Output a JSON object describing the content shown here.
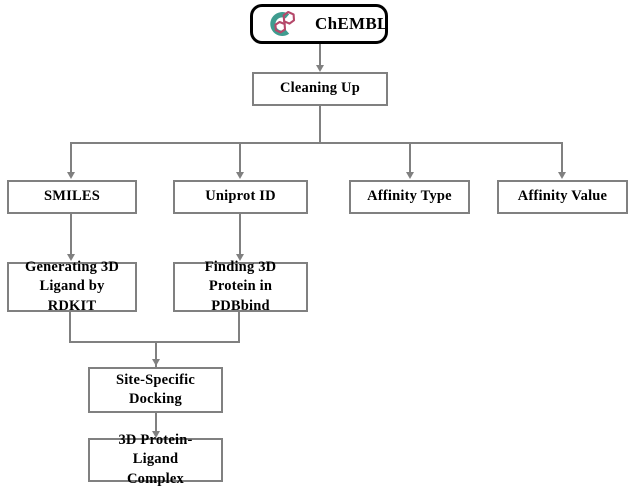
{
  "diagram": {
    "title": "ChEMBL data processing pipeline",
    "colors": {
      "box_border": "#808080",
      "root_border": "#000000",
      "connector": "#808080",
      "text": "#000000",
      "logo_arc": "#3f9c8f",
      "logo_ring": "#b5486a",
      "background": "#ffffff"
    },
    "nodes": {
      "root": {
        "label": "ChEMBL",
        "icon": "chembl-logo-icon"
      },
      "cleaning": {
        "label": "Cleaning Up"
      },
      "smiles": {
        "label": "SMILES"
      },
      "uniprot": {
        "label": "Uniprot ID"
      },
      "affinity_type": {
        "label": "Affinity Type"
      },
      "affinity_value": {
        "label": "Affinity Value"
      },
      "ligand_3d": {
        "line1": "Generating 3D",
        "line2": "Ligand by RDKIT"
      },
      "protein_3d": {
        "line1": "Finding 3D",
        "line2": "Protein in PDBbind"
      },
      "docking": {
        "line1": "Site-Specific",
        "line2": "Docking"
      },
      "complex": {
        "line1": "3D Protein-Ligand",
        "line2": "Complex"
      }
    },
    "edges": [
      {
        "from": "root",
        "to": "cleaning"
      },
      {
        "from": "cleaning",
        "to": "smiles"
      },
      {
        "from": "cleaning",
        "to": "uniprot"
      },
      {
        "from": "cleaning",
        "to": "affinity_type"
      },
      {
        "from": "cleaning",
        "to": "affinity_value"
      },
      {
        "from": "smiles",
        "to": "ligand_3d"
      },
      {
        "from": "uniprot",
        "to": "protein_3d"
      },
      {
        "from": "ligand_3d",
        "to": "docking"
      },
      {
        "from": "protein_3d",
        "to": "docking"
      },
      {
        "from": "docking",
        "to": "complex"
      }
    ]
  }
}
